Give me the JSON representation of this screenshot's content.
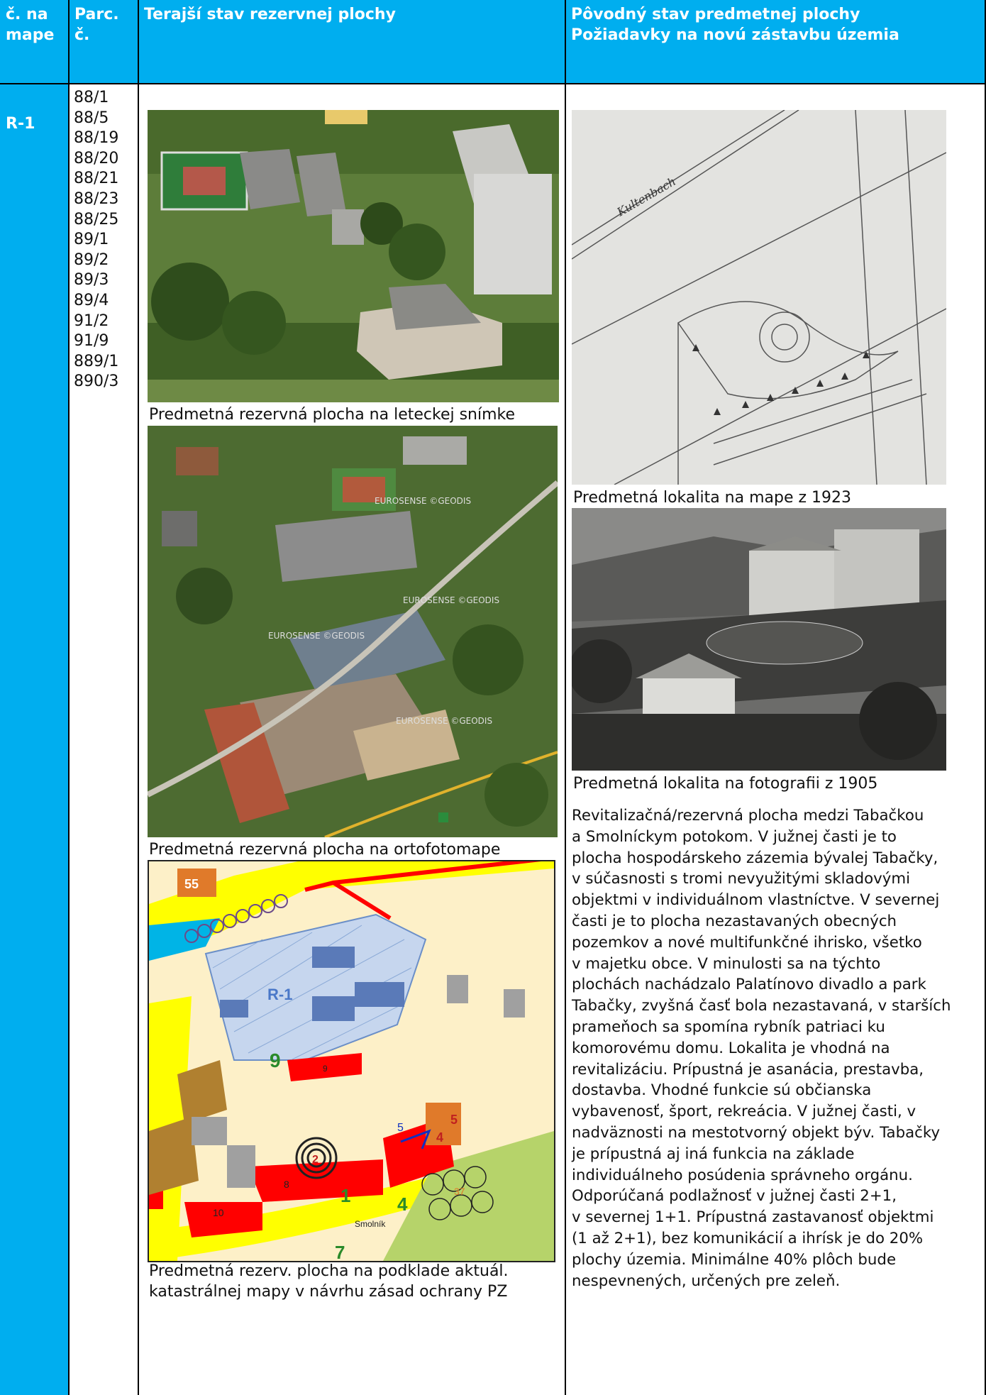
{
  "header": {
    "col1": "č. na mape",
    "col2": "Parc. č.",
    "col3": "Terajší stav rezervnej plochy",
    "col4_line1": "Pôvodný stav predmetnej plochy",
    "col4_line2": "Požiadavky na novú zástavbu územia"
  },
  "row": {
    "id": "R-1",
    "parcels": [
      "88/1",
      "88/5",
      "88/19",
      "88/20",
      "88/21",
      "88/23",
      "88/25",
      "89/1",
      "89/2",
      "89/3",
      "89/4",
      "91/2",
      "91/9",
      "889/1",
      "890/3"
    ]
  },
  "images": {
    "aerial_caption": "Predmetná rezervná plocha na leteckej snímke",
    "ortho_caption": "Predmetná rezervná plocha na ortofotomape",
    "cadastral_caption_line1": "Predmetná rezerv. plocha  na podklade  aktuál.",
    "cadastral_caption_line2": "katastrálnej mapy v návrhu zásad ochrany PZ",
    "map1923_caption": "Predmetná lokalita na mape z 1923",
    "photo1905_caption": "Predmetná lokalita na fotografii  z 1905",
    "map_labels": {
      "r1": "R-1",
      "n55": "55",
      "n9": "9",
      "n9b": "9",
      "n5": "5",
      "n4": "4",
      "n10": "10",
      "n8": "8",
      "n1": "1",
      "n2": "2",
      "n5b": "5",
      "n4b": "4",
      "n7": "7",
      "smolnik": "Smolník",
      "n37": "37"
    },
    "map1923_script": "Kultenbach",
    "watermark": "EUROSENSE ©GEODIS"
  },
  "description": [
    "Revitalizačná/rezervná plocha medzi Tabačkou",
    "a Smolníckym potokom. V južnej časti je to",
    "plocha hospodárskeho zázemia bývalej Tabačky,",
    "v súčasnosti s tromi nevyužitými skladovými",
    "objektmi v individuálnom vlastníctve. V severnej",
    "časti je to plocha nezastavaných obecných",
    "pozemkov a nové multifunkčné ihrisko, všetko",
    "v majetku obce. V minulosti sa na týchto",
    "plochách nachádzalo Palatínovo divadlo a park",
    "Tabačky, zvyšná časť bola nezastavaná, v starších",
    "prameňoch sa spomína rybník patriaci ku",
    "komorovému domu. Lokalita je vhodná na",
    "revitalizáciu. Prípustná je asanácia, prestavba,",
    "dostavba. Vhodné funkcie sú občianska",
    "vybavenosť, šport, rekreácia. V južnej časti, v",
    "nadväznosti na mestotvorný objekt býv. Tabačky",
    "je prípustná aj iná funkcia na základe",
    "individuálneho posúdenia správneho orgánu.",
    "Odporúčaná podlažnosť v južnej časti 2+1,",
    "v severnej 1+1. Prípustná zastavanosť objektmi",
    "(1 až 2+1), bez komunikácií a ihrísk je do 20%",
    "plochy územia. Minimálne 40% plôch bude",
    "nespevnených, určených pre zeleň."
  ],
  "colors": {
    "header_bg": "#00aeef",
    "map_red": "#ff0000",
    "map_yellow": "#ffff00",
    "map_beige": "#fdf0c8",
    "map_hatch": "#8aa9d6"
  }
}
